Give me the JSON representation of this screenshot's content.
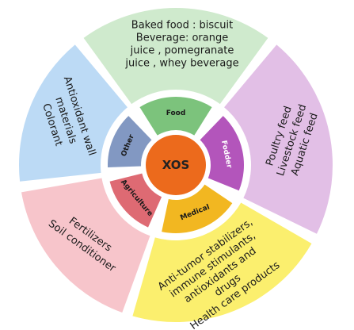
{
  "core": {
    "label": "XOS",
    "color": "#ec6a1c"
  },
  "sectors": [
    {
      "key": "food",
      "category": "Food",
      "category_color": "#7cc37c",
      "category_text_color": "#1a1a1a",
      "outer_color": "#cfeacd",
      "lines": [
        "Baked food : biscuit",
        "Beverage: orange",
        "juice , pomegranate",
        "juice , whey beverage"
      ]
    },
    {
      "key": "fodder",
      "category": "Fodder",
      "category_color": "#b355bb",
      "category_text_color": "#ffffff",
      "outer_color": "#e2bfe6",
      "lines": [
        "Poultry feed",
        "Livestock feed",
        "Aquatic feed"
      ]
    },
    {
      "key": "medical",
      "category": "Medical",
      "category_color": "#f2b721",
      "category_text_color": "#1a1a1a",
      "outer_color": "#fbef6e",
      "lines": [
        "Anti-tumor stabilizers,",
        "immune stimulants,",
        "antioxidants and",
        "drugs",
        "Health care products"
      ]
    },
    {
      "key": "agriculture",
      "category": "Agriculture",
      "category_color": "#de6a73",
      "category_text_color": "#1a1a1a",
      "outer_color": "#f7c5cb",
      "lines": [
        "Fertilizers",
        "Soil conditioner"
      ]
    },
    {
      "key": "other",
      "category": "Other",
      "category_color": "#8298c2",
      "category_text_color": "#1a1a1a",
      "outer_color": "#bcdaf5",
      "lines": [
        "Antioxidant wall",
        "materials",
        "Colorant"
      ]
    }
  ]
}
